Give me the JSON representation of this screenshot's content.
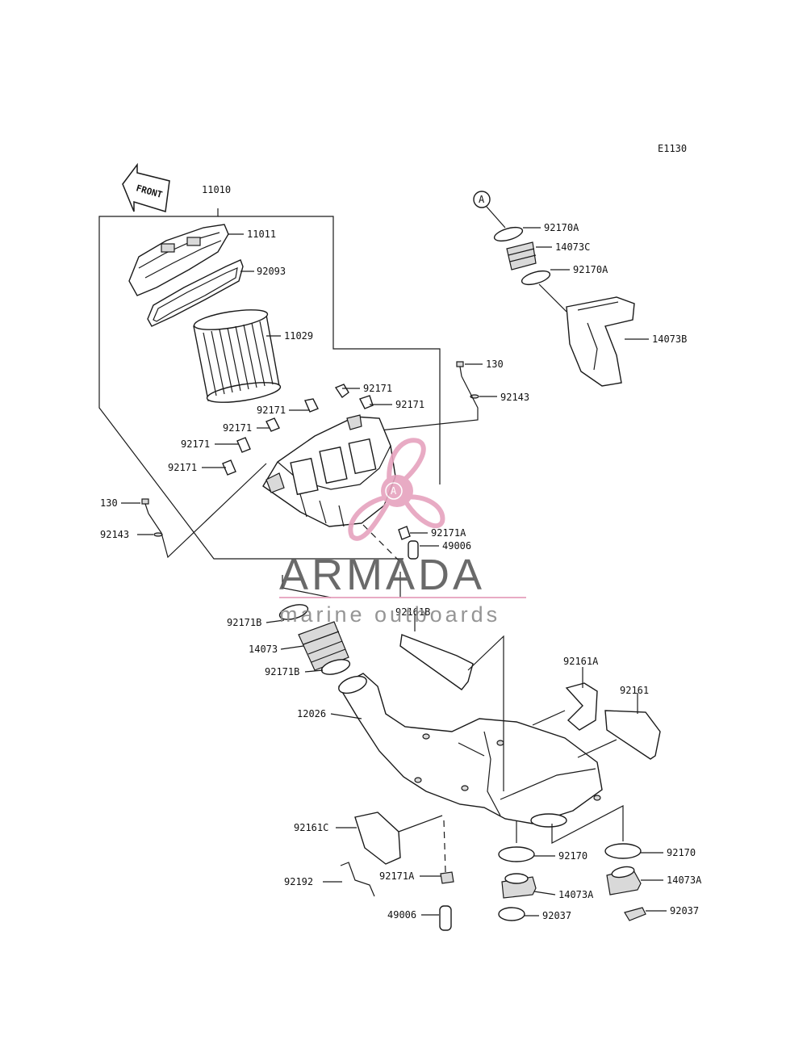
{
  "diagram": {
    "code": "E1130",
    "front_marker": "FRONT",
    "callout_letter": "A"
  },
  "labels": {
    "l11010": "11010",
    "l11011": "11011",
    "l92093": "92093",
    "l11029": "11029",
    "l92171_a": "92171",
    "l92171_b": "92171",
    "l92171_c": "92171",
    "l92171_d": "92171",
    "l92171_e": "92171",
    "l92171_f": "92171",
    "l130_top": "130",
    "l92143_top": "92143",
    "l130_left": "130",
    "l92143_left": "92143",
    "l92171A_mid": "92171A",
    "l49006_mid": "49006",
    "l92170A_top": "92170A",
    "l14073C": "14073C",
    "l92170A_bot": "92170A",
    "l14073B": "14073B",
    "l92161B": "92161B",
    "l92171B_top": "92171B",
    "l14073": "14073",
    "l92171B_bot": "92171B",
    "l12026": "12026",
    "l92161A": "92161A",
    "l92161": "92161",
    "l92161C": "92161C",
    "l92192": "92192",
    "l92171A_bot": "92171A",
    "l49006_bot": "49006",
    "l92170_left": "92170",
    "l14073A_left": "14073A",
    "l92037_left": "92037",
    "l92170_right": "92170",
    "l14073A_right": "14073A",
    "l92037_right": "92037"
  },
  "watermark": {
    "name": "ARMADA",
    "tagline": "marine outboards",
    "text_color": "#5a5a5a",
    "accent_color": "#e6a3be"
  }
}
